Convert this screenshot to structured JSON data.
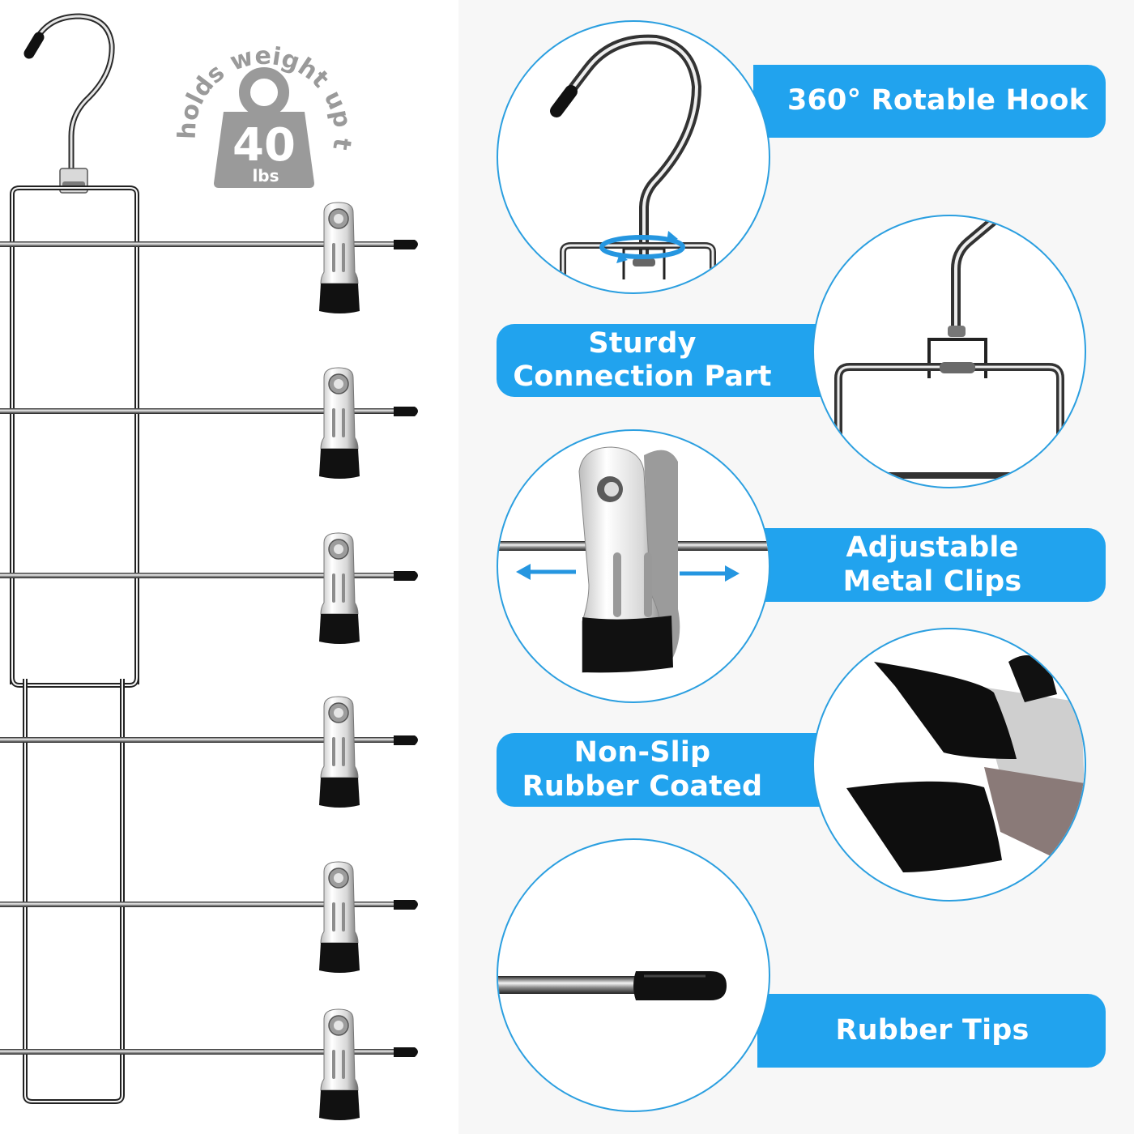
{
  "colors": {
    "accent_blue": "#21a3ee",
    "circle_border": "#2b9fe0",
    "badge_gray": "#9a9a9a",
    "right_background": "#f7f7f7",
    "left_background": "#ffffff"
  },
  "weight_badge": {
    "arc_text": "holds weight up to",
    "value": "40",
    "unit": "lbs",
    "icon": "weight-icon"
  },
  "hanger": {
    "tiers": 6,
    "clips": 6,
    "icons": [
      "hook-icon",
      "clip-icon",
      "rubber-tip-icon"
    ]
  },
  "features": [
    {
      "label_lines": [
        "360° Rotable Hook"
      ],
      "icon": "rotating-hook-icon"
    },
    {
      "label_lines": [
        "Sturdy",
        "Connection Part"
      ],
      "icon": "connection-swivel-icon"
    },
    {
      "label_lines": [
        "Adjustable",
        "Metal Clips"
      ],
      "icon": "sliding-clip-icon"
    },
    {
      "label_lines": [
        "Non-Slip",
        "Rubber Coated"
      ],
      "icon": "rubber-jaws-icon"
    },
    {
      "label_lines": [
        "Rubber Tips"
      ],
      "icon": "rubber-tip-icon"
    }
  ]
}
